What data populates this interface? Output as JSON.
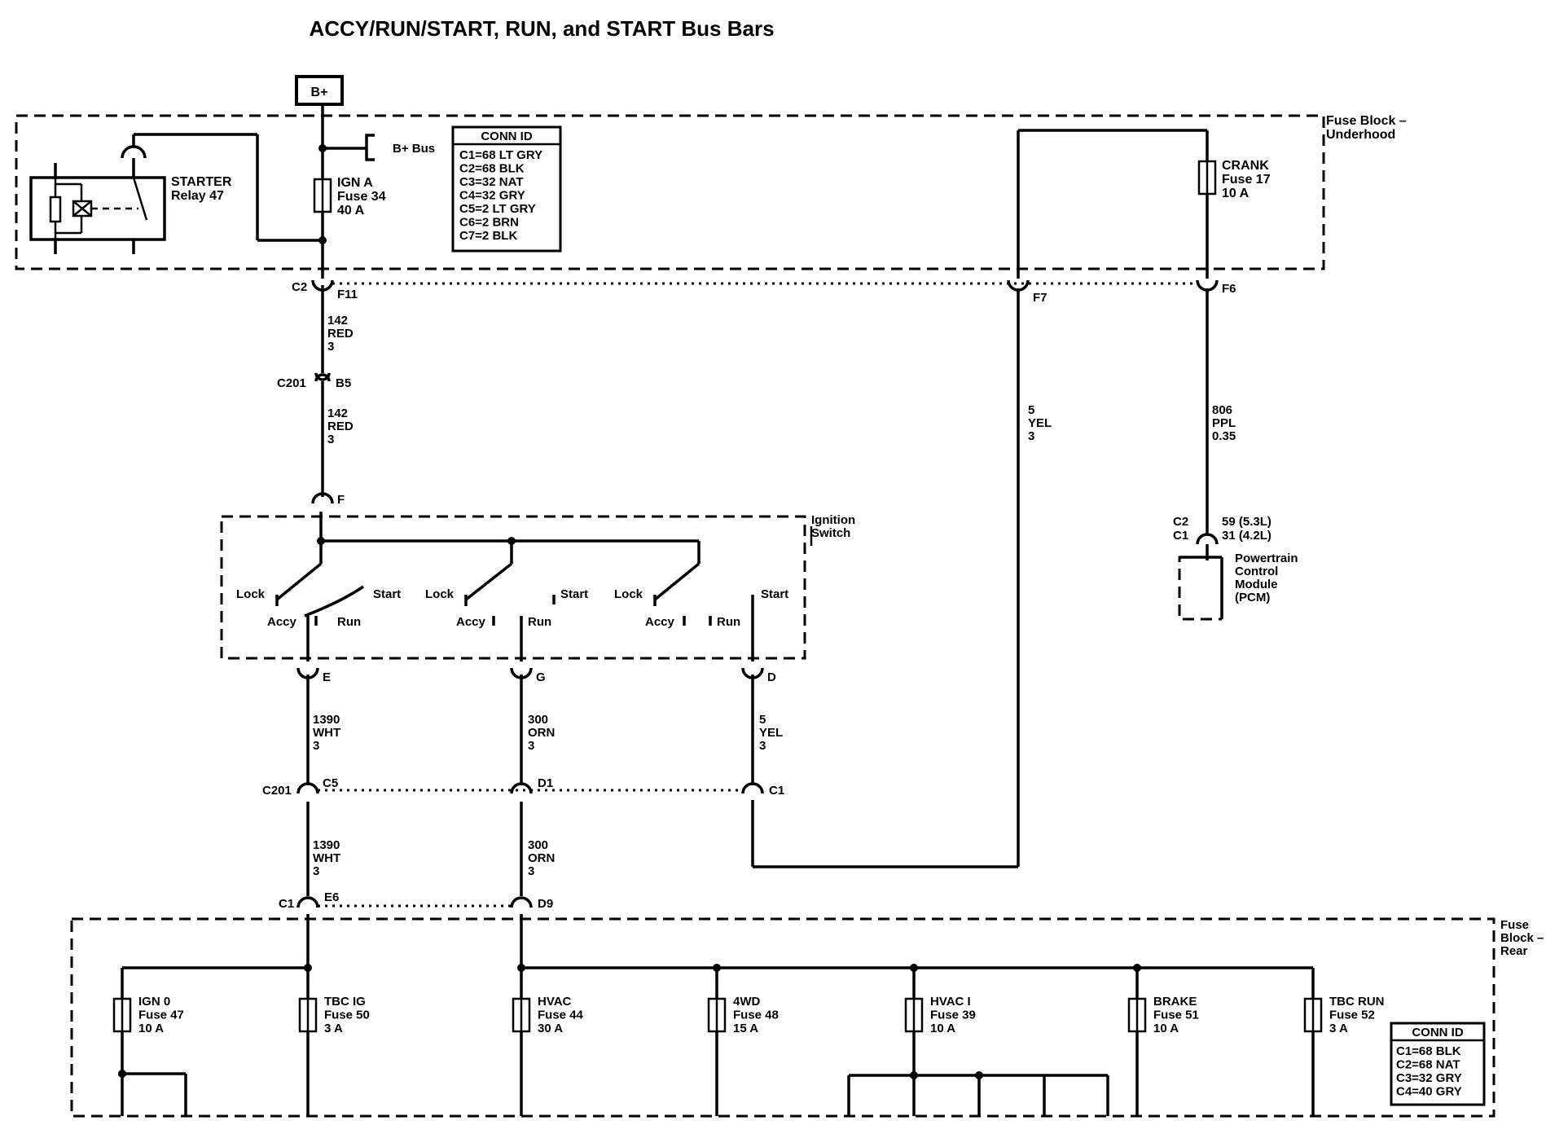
{
  "title": "ACCY/RUN/START, RUN, and START Bus Bars",
  "b_plus": "B+",
  "b_plus_bus": "B+ Bus",
  "fuse_block_underhood": [
    "Fuse Block –",
    "Underhood"
  ],
  "fuse_block_rear": [
    "Fuse",
    "Block –",
    "Rear"
  ],
  "ignition_switch": [
    "Ignition",
    "Switch"
  ],
  "starter_relay": [
    "STARTER",
    "Relay 47"
  ],
  "conn_id_underhood": {
    "header": "CONN ID",
    "rows": [
      "C1=68 LT GRY",
      "C2=68 BLK",
      "C3=32 NAT",
      "C4=32 GRY",
      "C5=2 LT GRY",
      "C6=2 BRN",
      "C7=2 BLK"
    ]
  },
  "conn_id_rear": {
    "header": "CONN ID",
    "rows": [
      "C1=68 BLK",
      "C2=68 NAT",
      "C3=32 GRY",
      "C4=40 GRY"
    ]
  },
  "fuses_top": {
    "ign_a": [
      "IGN A",
      "Fuse 34",
      "40 A"
    ],
    "crank": [
      "CRANK",
      "Fuse 17",
      "10 A"
    ]
  },
  "fuses_rear": [
    [
      "IGN 0",
      "Fuse 47",
      "10 A"
    ],
    [
      "TBC IG",
      "Fuse 50",
      "3 A"
    ],
    [
      "HVAC",
      "Fuse 44",
      "30 A"
    ],
    [
      "4WD",
      "Fuse 48",
      "15 A"
    ],
    [
      "HVAC I",
      "Fuse 39",
      "10 A"
    ],
    [
      "BRAKE",
      "Fuse 51",
      "10 A"
    ],
    [
      "TBC RUN",
      "Fuse 52",
      "3 A"
    ]
  ],
  "connectors": {
    "c2": "C2",
    "f11": "F11",
    "f7": "F7",
    "f6": "F6",
    "c201_top": "C201",
    "b5": "B5",
    "f": "F",
    "e": "E",
    "g": "G",
    "d": "D",
    "c201_mid": "C201",
    "c5": "C5",
    "d1": "D1",
    "c1_mid": "C1",
    "c1_bot": "C1",
    "e6": "E6",
    "d9": "D9",
    "pcm_c2": "C2",
    "pcm_c1": "C1",
    "pcm_59": "59 (5.3L)",
    "pcm_31": "31 (4.2L)"
  },
  "wires": {
    "w142_a": [
      "142",
      "RED",
      "3"
    ],
    "w142_b": [
      "142",
      "RED",
      "3"
    ],
    "w5_top": [
      "5",
      "YEL",
      "3"
    ],
    "w806": [
      "806",
      "PPL",
      "0.35"
    ],
    "w1390_a": [
      "1390",
      "WHT",
      "3"
    ],
    "w300_a": [
      "300",
      "ORN",
      "3"
    ],
    "w5_mid": [
      "5",
      "YEL",
      "3"
    ],
    "w1390_b": [
      "1390",
      "WHT",
      "3"
    ],
    "w300_b": [
      "300",
      "ORN",
      "3"
    ]
  },
  "switch_positions": {
    "lock": "Lock",
    "start": "Start",
    "accy": "Accy",
    "run": "Run"
  },
  "pcm": [
    "Powertrain",
    "Control",
    "Module",
    "(PCM)"
  ]
}
